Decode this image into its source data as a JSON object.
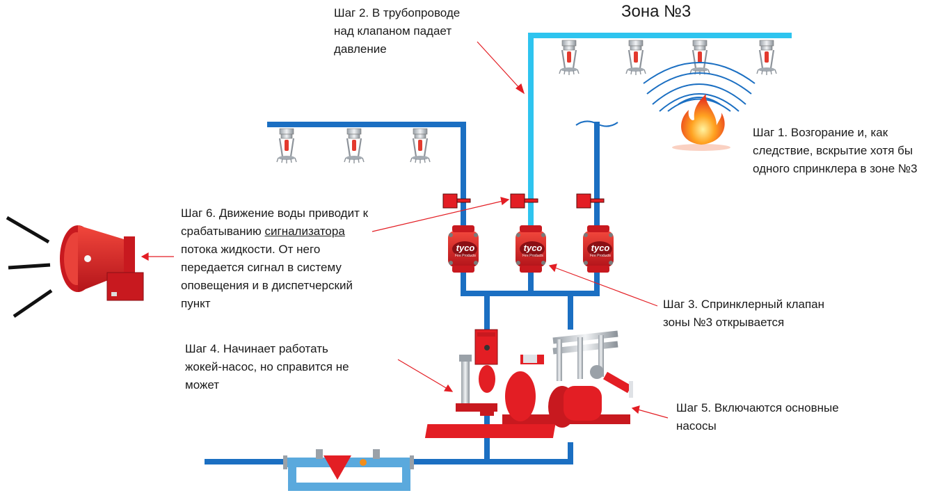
{
  "zone_title": "Зона №3",
  "brand_label": "tyco",
  "brand_sublabel": "Fire Products",
  "steps": {
    "step1": {
      "lines": [
        "Шаг 1. Возгорание и, как",
        "следствие, вскрытие хотя бы",
        "одного спринклера в зоне №3"
      ]
    },
    "step2": {
      "lines": [
        "Шаг 2. В трубопроводе",
        "над клапаном падает",
        "давление"
      ]
    },
    "step3": {
      "lines": [
        "Шаг 3. Спринклерный клапан",
        "зоны №3 открывается"
      ]
    },
    "step4": {
      "lines": [
        "Шаг 4. Начинает работать",
        "жокей-насос, но справится не",
        "может"
      ]
    },
    "step5": {
      "lines": [
        "Шаг 5. Включаются основные",
        "насосы"
      ]
    },
    "step6": {
      "line1": "Шаг 6. Движение воды приводит к",
      "line2_pre": "срабатыванию ",
      "line2_link": "сигнализатора",
      "lines_rest": [
        "потока жидкости. От него",
        "передается сигнал в систему",
        "оповещения и в диспетчерский",
        "пункт"
      ]
    }
  },
  "colors": {
    "pipe": "#1b6fc2",
    "pipe_zone3": "#2ec4ef",
    "red": "#e31e24",
    "spray": "#1b6fc2"
  },
  "icons": [
    "sprinkler-icon",
    "flame-icon",
    "siren-icon",
    "valve-icon",
    "flow-switch-icon",
    "jockey-pump-icon",
    "main-pumps-icon",
    "water-meter-icon"
  ]
}
